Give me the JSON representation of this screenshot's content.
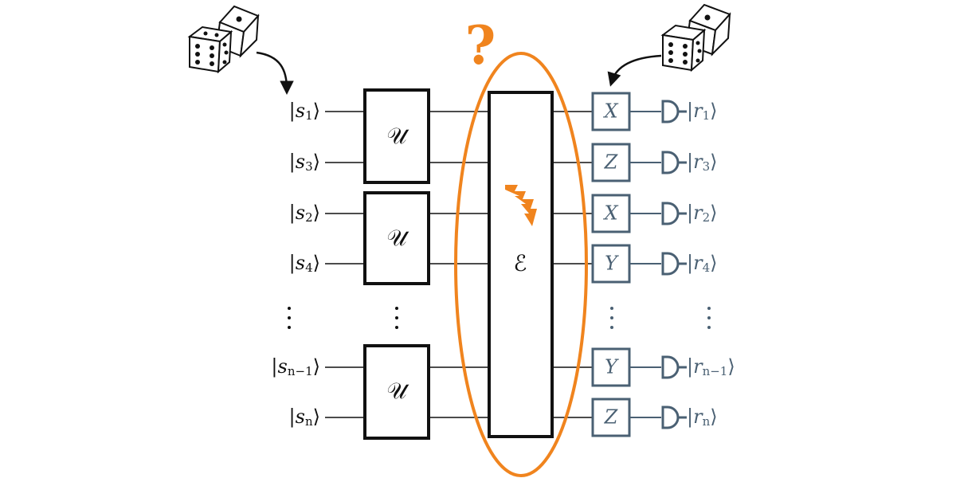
{
  "colors": {
    "black": "#111111",
    "blue_gray": "#4a6073",
    "orange": "#f0841e",
    "white": "#ffffff"
  },
  "labels": {
    "question": "?",
    "unitary": "𝒰",
    "channel": "ℰ"
  },
  "inputs": [
    {
      "base": "s",
      "sub": "1"
    },
    {
      "base": "s",
      "sub": "3"
    },
    {
      "base": "s",
      "sub": "2"
    },
    {
      "base": "s",
      "sub": "4"
    },
    {
      "base": "s",
      "sub": "n−1"
    },
    {
      "base": "s",
      "sub": "n"
    }
  ],
  "bases": [
    "X",
    "Z",
    "X",
    "Y",
    "Y",
    "Z"
  ],
  "outputs": [
    {
      "base": "r",
      "sub": "1"
    },
    {
      "base": "r",
      "sub": "3"
    },
    {
      "base": "r",
      "sub": "2"
    },
    {
      "base": "r",
      "sub": "4"
    },
    {
      "base": "r",
      "sub": "n−1"
    },
    {
      "base": "r",
      "sub": "n"
    }
  ],
  "icons": [
    "dice-icon",
    "noise-bolt-icon",
    "measurement-meter-icon",
    "curved-arrow-icon"
  ]
}
